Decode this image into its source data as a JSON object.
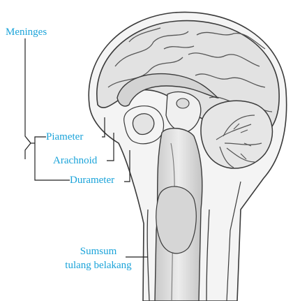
{
  "labels": {
    "meninges": "Meninges",
    "piameter": "Piameter",
    "arachnoid": "Arachnoid",
    "durameter": "Durameter",
    "sumsum_line1": "Sumsum",
    "sumsum_line2": "tulang belakang"
  },
  "colors": {
    "label_text": "#1aa3d9",
    "leader_line": "#222222",
    "brain_fill": "#e2e2e2",
    "outline": "#3a3a3a"
  }
}
